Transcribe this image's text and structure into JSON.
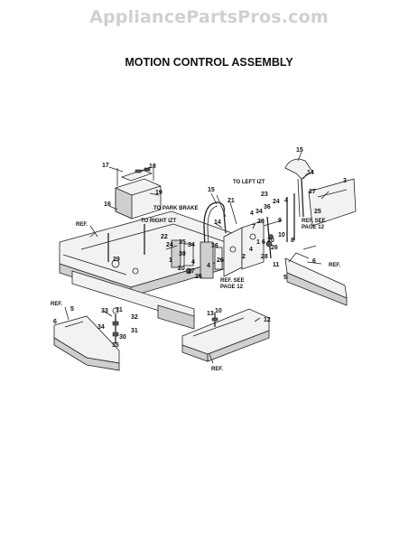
{
  "watermark": "AppliancePartsPros.com",
  "title": "MOTION CONTROL ASSEMBLY",
  "callouts": {
    "c1": "17",
    "c2": "18",
    "c3": "19",
    "c4": "16",
    "c5": "15",
    "c6": "14",
    "c7": "3",
    "c8": "27",
    "c9": "4",
    "c10": "25",
    "c11": "TO LEFT IZT",
    "c12": "23",
    "c13": "24",
    "c14": "36",
    "c15": "4",
    "c16": "34",
    "c17": "20",
    "c18": "21",
    "c19": "15",
    "c20": "14",
    "c21": "TO PARK BRAKE",
    "c22": "TO RIGHT IZT",
    "c23": "22",
    "c24": "35",
    "c25": "24",
    "c26": "30",
    "c27": "34",
    "c28": "36",
    "c29": "1",
    "c30": "4",
    "c31": "20",
    "c32": "25",
    "c33": "27",
    "c34": "26",
    "c35": "2",
    "c36": "REF. SEE",
    "c37": "PAGE 12",
    "c38": "REF. SEE",
    "c39": "PAGE 12",
    "c40": "7",
    "c41": "8",
    "c42": "9",
    "c43": "5",
    "c44": "11",
    "c45": "28",
    "c46": "6",
    "c47": "REF.",
    "c48": "5",
    "c49": "29",
    "c50": "REF.",
    "c51": "REF.",
    "c52": "5",
    "c53": "6",
    "c54": "33",
    "c55": "31",
    "c56": "32",
    "c57": "34",
    "c58": "30",
    "c59": "31",
    "c60": "35",
    "c61": "13",
    "c62": "10",
    "c63": "12",
    "c64": "REF.",
    "c65": "26",
    "c66": "4",
    "c67": "28",
    "c68": "10"
  }
}
